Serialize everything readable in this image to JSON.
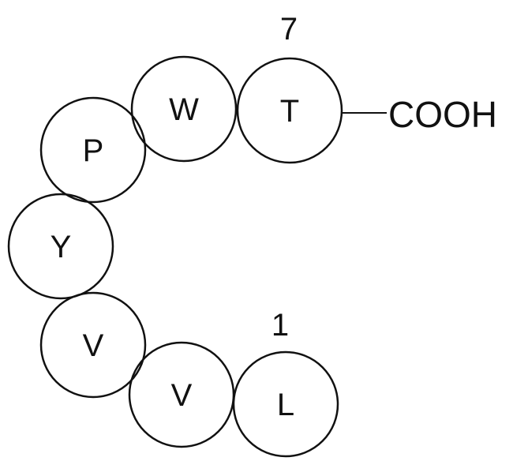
{
  "residues": [
    {
      "position": 1,
      "letter": "L"
    },
    {
      "position": 2,
      "letter": "V"
    },
    {
      "position": 3,
      "letter": "V"
    },
    {
      "position": 4,
      "letter": "Y"
    },
    {
      "position": 5,
      "letter": "P"
    },
    {
      "position": 6,
      "letter": "W"
    },
    {
      "position": 7,
      "letter": "T"
    }
  ],
  "labels": {
    "first": "1",
    "last": "7",
    "terminus": "COOH"
  }
}
